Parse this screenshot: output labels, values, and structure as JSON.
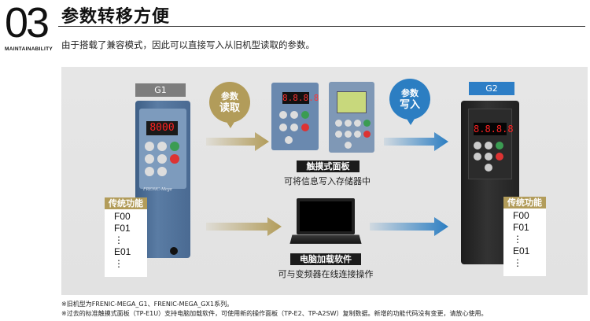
{
  "header": {
    "number": "03",
    "maintainability": "MAINTAINABILITY",
    "title": "参数转移方便",
    "subtitle": "由于搭载了兼容模式，因此可以直接写入从旧机型读取的参数。"
  },
  "diagram": {
    "g1_label": "G1",
    "g2_label": "G2",
    "read_badge": {
      "line1": "参数",
      "line2": "读取"
    },
    "write_badge": {
      "line1": "参数",
      "line2": "写入"
    },
    "g1_display": "8000",
    "g2_display": "8.8.8.8",
    "keypad_display": "8.8.8.8",
    "brand": "FRENIC-Mega",
    "touch_panel": {
      "title": "触摸式面板",
      "caption": "可将信息写入存储器中"
    },
    "pc_loader": {
      "title": "电脑加载软件",
      "caption": "可与变频器在线连接操作"
    },
    "functions_left": {
      "title": "传统功能",
      "items": [
        "F00",
        "F01",
        "⋮",
        "E01",
        "⋮"
      ]
    },
    "functions_right": {
      "title": "传统功能",
      "items": [
        "F00",
        "F01",
        "⋮",
        "E01",
        "⋮"
      ]
    },
    "colors": {
      "gold": "#b29c5a",
      "blue": "#2c7ec2",
      "panel_bg": "#e4e4e4"
    }
  },
  "footnotes": [
    "※旧机型为FRENIC-MEGA_G1、FRENIC-MEGA_GX1系列。",
    "※过去的标准触摸式面板（TP-E1U）支持电脑加载软件，可使用新的操作面板（TP-E2、TP-A2SW）复制数据。新增的功能代码没有变更，请放心使用。"
  ]
}
